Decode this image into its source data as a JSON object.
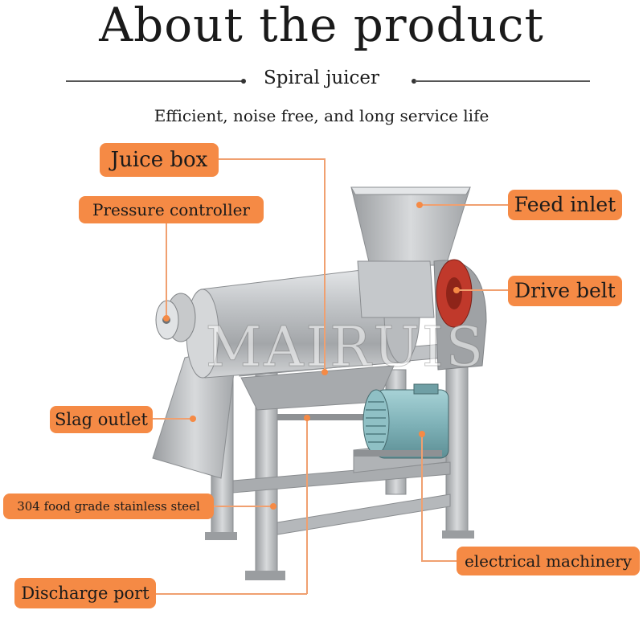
{
  "header": {
    "title": "About the product",
    "subtitle": "Spiral juicer",
    "tagline": "Efficient, noise free, and long service life"
  },
  "watermark": "MAIRUIS",
  "labels": {
    "juice_box": "Juice box",
    "pressure_controller": "Pressure controller",
    "feed_inlet": "Feed inlet",
    "drive_belt": "Drive belt",
    "slag_outlet": "Slag outlet",
    "stainless_steel": "304 food grade stainless steel",
    "electrical_machinery": "electrical machinery",
    "discharge_port": "Discharge port"
  },
  "colors": {
    "label_bg": "#f58a45",
    "leader": "#f0a070",
    "steel": "#b9bcbf",
    "motor": "#7fb2b8",
    "pulley": "#c0392b"
  }
}
